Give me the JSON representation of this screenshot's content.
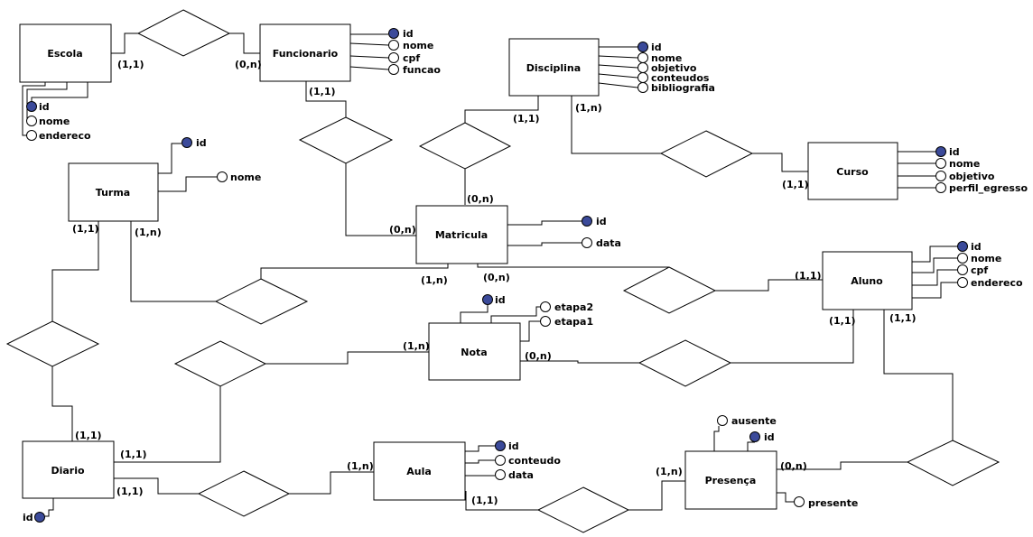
{
  "entities": {
    "escola": "Escola",
    "funcionario": "Funcionario",
    "disciplina": "Disciplina",
    "curso": "Curso",
    "turma": "Turma",
    "matricula": "Matricula",
    "aluno": "Aluno",
    "nota": "Nota",
    "diario": "Diario",
    "aula": "Aula",
    "presenca": "Presença"
  },
  "attributes": {
    "escola": [
      {
        "label": "id",
        "pk": true
      },
      {
        "label": "nome",
        "pk": false
      },
      {
        "label": "endereco",
        "pk": false
      }
    ],
    "funcionario": [
      {
        "label": "id",
        "pk": true
      },
      {
        "label": "nome",
        "pk": false
      },
      {
        "label": "cpf",
        "pk": false
      },
      {
        "label": "funcao",
        "pk": false
      }
    ],
    "disciplina": [
      {
        "label": "id",
        "pk": true
      },
      {
        "label": "nome",
        "pk": false
      },
      {
        "label": "objetivo",
        "pk": false
      },
      {
        "label": "conteudos",
        "pk": false
      },
      {
        "label": "bibliografia",
        "pk": false
      }
    ],
    "curso": [
      {
        "label": "id",
        "pk": true
      },
      {
        "label": "nome",
        "pk": false
      },
      {
        "label": "objetivo",
        "pk": false
      },
      {
        "label": "perfil_egresso",
        "pk": false
      }
    ],
    "turma": [
      {
        "label": "id",
        "pk": true
      },
      {
        "label": "nome",
        "pk": false
      }
    ],
    "matricula": [
      {
        "label": "id",
        "pk": true
      },
      {
        "label": "data",
        "pk": false
      }
    ],
    "aluno": [
      {
        "label": "id",
        "pk": true
      },
      {
        "label": "nome",
        "pk": false
      },
      {
        "label": "cpf",
        "pk": false
      },
      {
        "label": "endereco",
        "pk": false
      }
    ],
    "nota": [
      {
        "label": "id",
        "pk": true
      },
      {
        "label": "etapa2",
        "pk": false
      },
      {
        "label": "etapa1",
        "pk": false
      }
    ],
    "diario": [
      {
        "label": "id",
        "pk": true
      }
    ],
    "aula": [
      {
        "label": "id",
        "pk": true
      },
      {
        "label": "conteudo",
        "pk": false
      },
      {
        "label": "data",
        "pk": false
      }
    ],
    "presenca": [
      {
        "label": "ausente",
        "pk": false
      },
      {
        "label": "id",
        "pk": true
      },
      {
        "label": "presente",
        "pk": false
      }
    ]
  },
  "cardinalities": {
    "escola_funcionario_escola": "(1,1)",
    "escola_funcionario_func": "(0,n)",
    "func_matricula_func": "(1,1)",
    "func_matricula_mat": "(0,n)",
    "disc_matricula_disc": "(1,1)",
    "disc_matricula_mat": "(0,n)",
    "disc_curso_disc": "(1,n)",
    "disc_curso_curso": "(1,1)",
    "turma_matricula_turma": "(1,n)",
    "turma_matricula_mat": "(1,n)",
    "turma_diario_turma": "(1,1)",
    "turma_diario_diario": "(1,1)",
    "matricula_aluno_mat": "(0,n)",
    "matricula_aluno_aluno": "(1,1)",
    "aluno_nota_aluno": "(1,1)",
    "aluno_nota_nota": "(0,n)",
    "aluno_presenca_aluno": "(1,1)",
    "aluno_presenca_pres": "(0,n)",
    "diario_nota_nota": "(1,n)",
    "diario_nota_diario": "(1,1)",
    "diario_aula_diario": "(1,1)",
    "diario_aula_aula": "(1,n)",
    "aula_presenca_aula": "(1,1)",
    "aula_presenca_pres": "(1,n)"
  },
  "colors": {
    "primary_key": "#3b4a9a",
    "stroke": "#000000",
    "fill": "#ffffff"
  }
}
